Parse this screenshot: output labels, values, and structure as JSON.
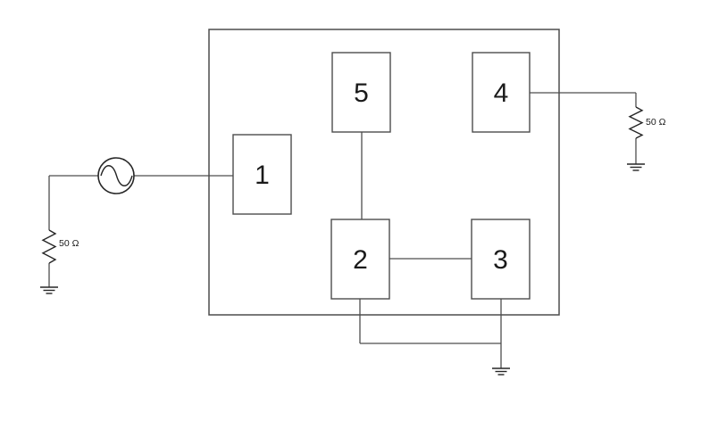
{
  "colors": {
    "background": "#ffffff",
    "line": "#4d4d4d",
    "component": "#262626",
    "text": "#1a1a1a"
  },
  "blocks": [
    {
      "label": "1"
    },
    {
      "label": "2"
    },
    {
      "label": "3"
    },
    {
      "label": "4"
    },
    {
      "label": "5"
    }
  ],
  "resistors": {
    "source": {
      "label": "50 Ω"
    },
    "load": {
      "label": "50 Ω"
    }
  },
  "icons": [
    "ac-source-icon",
    "resistor-icon",
    "ground-icon"
  ]
}
